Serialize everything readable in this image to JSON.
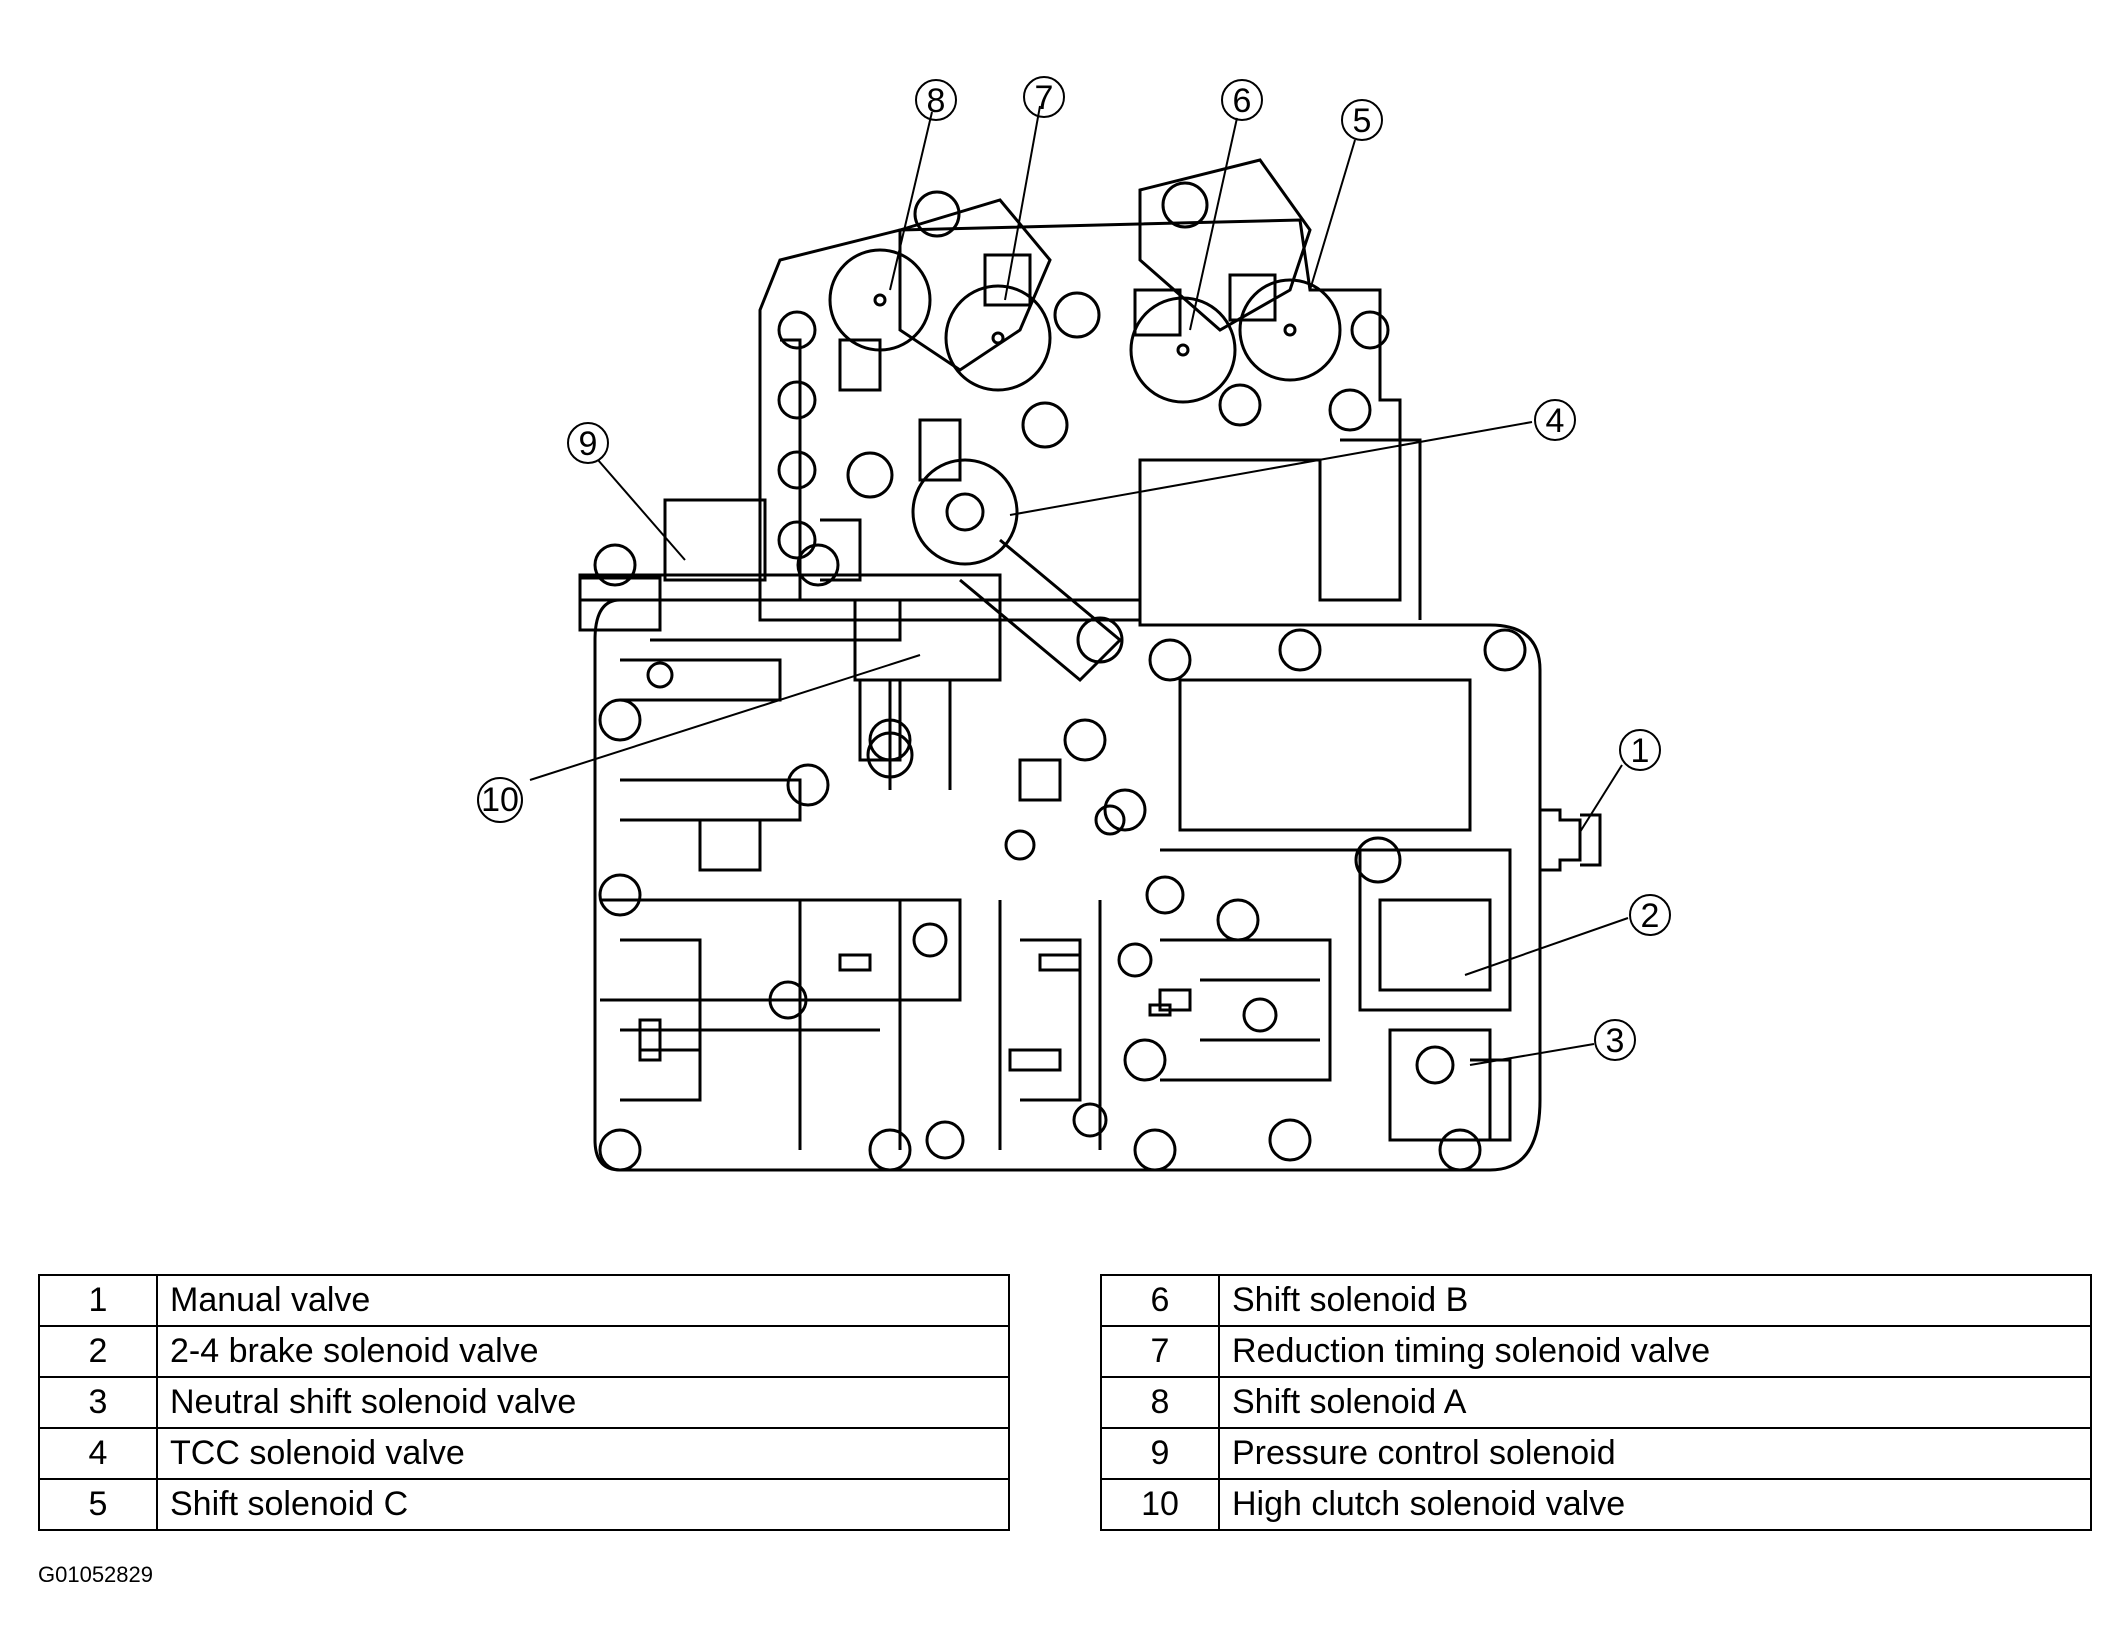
{
  "figure_id": "G01052829",
  "callouts": [
    "1",
    "2",
    "3",
    "4",
    "5",
    "6",
    "7",
    "8",
    "9",
    "10"
  ],
  "legend_left": [
    {
      "num": "1",
      "label": "Manual valve"
    },
    {
      "num": "2",
      "label": "2-4 brake solenoid valve"
    },
    {
      "num": "3",
      "label": "Neutral shift solenoid valve"
    },
    {
      "num": "4",
      "label": "TCC solenoid valve"
    },
    {
      "num": "5",
      "label": "Shift solenoid C"
    }
  ],
  "legend_right": [
    {
      "num": "6",
      "label": "Shift solenoid B"
    },
    {
      "num": "7",
      "label": "Reduction timing solenoid valve"
    },
    {
      "num": "8",
      "label": "Shift solenoid A"
    },
    {
      "num": "9",
      "label": "Pressure control solenoid"
    },
    {
      "num": "10",
      "label": "High clutch solenoid valve"
    }
  ]
}
